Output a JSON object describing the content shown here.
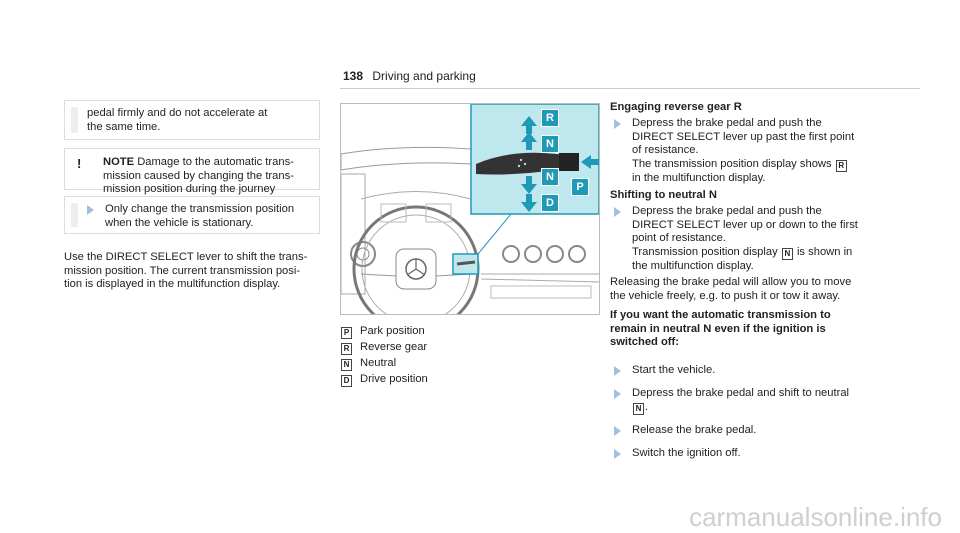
{
  "header": {
    "page_number": "138",
    "section": "Driving and parking"
  },
  "col1": {
    "warning_cont": [
      "pedal firmly and do not accelerate at",
      "the same time."
    ],
    "note_label": "NOTE",
    "note_lines": [
      "Damage to the automatic trans-",
      "mission caused by changing the trans-",
      "mission position during the journey"
    ],
    "note_step": [
      "Only change the transmission position",
      "when the vehicle is stationary."
    ],
    "para": [
      "Use the DIRECT SELECT lever to shift the trans-",
      "mission position. The current transmission posi-",
      "tion is displayed in the multifunction display."
    ]
  },
  "figure": {
    "labels": [
      "R",
      "N",
      "N",
      "D",
      "P"
    ],
    "highlight_color": "#bfe7ee",
    "arrow_color": "#1e9ab6"
  },
  "legend": [
    {
      "key": "P",
      "text": "Park position"
    },
    {
      "key": "R",
      "text": "Reverse gear"
    },
    {
      "key": "N",
      "text": "Neutral"
    },
    {
      "key": "D",
      "text": "Drive position"
    }
  ],
  "col3": {
    "h1": "Engaging reverse gear R",
    "s1": [
      "Depress the brake pedal and push the",
      "DIRECT SELECT lever up past the first point",
      "of resistance.",
      "The transmission position display shows",
      "in the multifunction display."
    ],
    "s1_key": "R",
    "h2": "Shifting to neutral N",
    "s2": [
      "Depress the brake pedal and push the",
      "DIRECT SELECT lever up or down to the first",
      "point of resistance.",
      "Transmission position display",
      "is shown in",
      "the multifunction display."
    ],
    "s2_key": "N",
    "para": [
      "Releasing the brake pedal will allow you to move",
      "the vehicle freely, e.g. to push it or tow it away."
    ],
    "h3": [
      "If you want the automatic transmission to",
      "remain in neutral N even if the ignition is",
      "switched off:"
    ],
    "steps": [
      "Start the vehicle.",
      "Depress the brake pedal and shift to neutral",
      "N",
      ".",
      "Release the brake pedal.",
      "Switch the ignition off."
    ]
  },
  "watermark": "carmanualsonline.info"
}
